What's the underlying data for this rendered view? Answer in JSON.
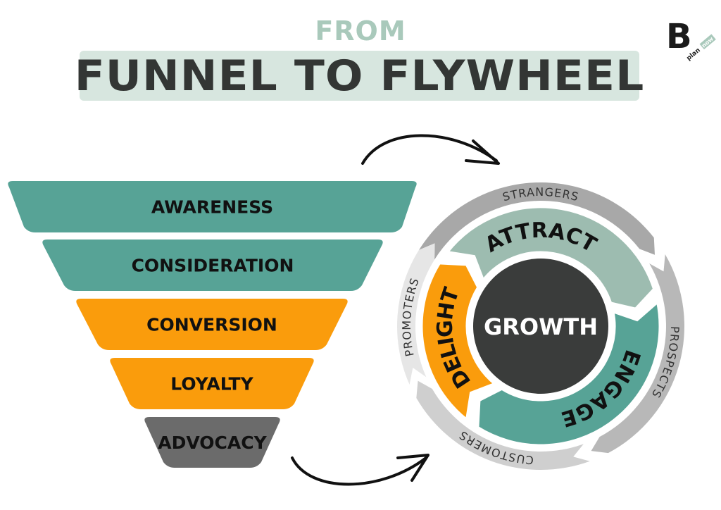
{
  "header": {
    "kicker": "FROM",
    "title": "FUNNEL TO FLYWHEEL"
  },
  "logo": {
    "letter": "B",
    "sub1": "plan",
    "sub2": "now"
  },
  "funnel": {
    "stages": [
      {
        "label": "AWARENESS",
        "color": "#57a396"
      },
      {
        "label": "CONSIDERATION",
        "color": "#57a396"
      },
      {
        "label": "CONVERSION",
        "color": "#fa9c0c"
      },
      {
        "label": "LOYALTY",
        "color": "#fa9c0c"
      },
      {
        "label": "ADVOCACY",
        "color": "#6b6b6b"
      }
    ]
  },
  "flywheel": {
    "center": {
      "label": "GROWTH",
      "color": "#3a3c3b"
    },
    "phases": [
      {
        "label": "ATTRACT",
        "color": "#9dbcb0"
      },
      {
        "label": "ENGAGE",
        "color": "#57a396"
      },
      {
        "label": "DELIGHT",
        "color": "#fa9c0c"
      }
    ],
    "audiences": [
      {
        "label": "STRANGERS",
        "color": "#a8a8a8"
      },
      {
        "label": "PROSPECTS",
        "color": "#b8b8b8"
      },
      {
        "label": "CUSTOMERS",
        "color": "#cfcfcf"
      },
      {
        "label": "PROMOTERS",
        "color": "#e6e6e6"
      }
    ]
  }
}
